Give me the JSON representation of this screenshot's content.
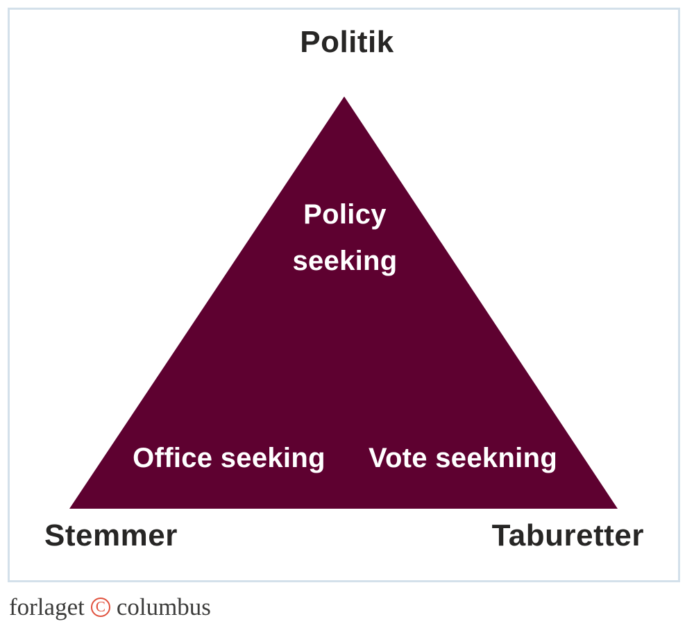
{
  "diagram": {
    "top_label": "Politik",
    "bottom_left_label": "Stemmer",
    "bottom_right_label": "Taburetter",
    "triangle": {
      "color": "#5e0130",
      "apex_label": "Policy seeking",
      "left_label": "Office seeking",
      "right_label": "Vote seekning"
    },
    "frame_border_color": "#d3e0ea",
    "text_color": "#272625",
    "inner_text_color": "#ffffff"
  },
  "footer": {
    "publisher_prefix": "forlaget",
    "copyright_symbol": "C",
    "publisher_suffix": "columbus",
    "accent_color": "#e0503c"
  }
}
